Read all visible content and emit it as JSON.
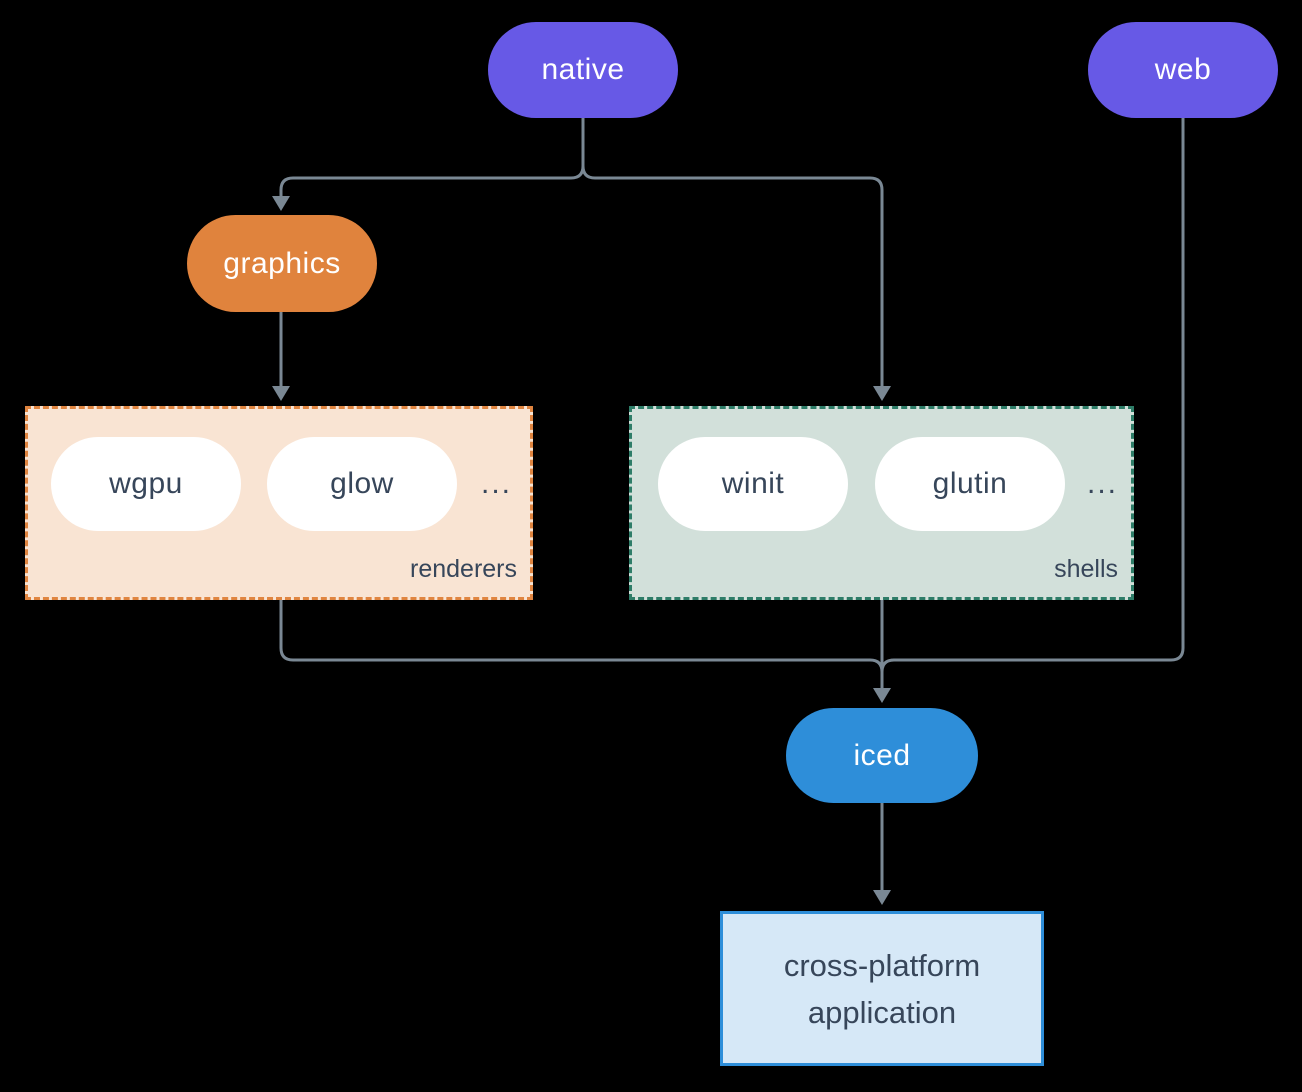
{
  "background": "#000000",
  "nodes": {
    "native": {
      "label": "native",
      "fill": "#6759E6",
      "text_color": "#FFFFFF"
    },
    "web": {
      "label": "web",
      "fill": "#6759E6",
      "text_color": "#FFFFFF"
    },
    "graphics": {
      "label": "graphics",
      "fill": "#E0833D",
      "text_color": "#FFFFFF"
    },
    "iced": {
      "label": "iced",
      "fill": "#2E8ED9",
      "text_color": "#FFFFFF"
    },
    "application": {
      "label_line1": "cross-platform",
      "label_line2": "application",
      "fill": "#D6E8F7",
      "border_color": "#2E8ED9",
      "text_color": "#37465A"
    }
  },
  "groups": {
    "renderers": {
      "label": "renderers",
      "fill": "#F9E4D3",
      "border_color": "#E08540",
      "items": [
        {
          "label": "wgpu"
        },
        {
          "label": "glow"
        }
      ],
      "ellipsis": "..."
    },
    "shells": {
      "label": "shells",
      "fill": "#D2E0DA",
      "border_color": "#2E7D68",
      "items": [
        {
          "label": "winit"
        },
        {
          "label": "glutin"
        }
      ],
      "ellipsis": "..."
    }
  },
  "connectors": {
    "color": "#7A8894",
    "edges": [
      {
        "from": "native",
        "to": "graphics"
      },
      {
        "from": "native",
        "to": "shells"
      },
      {
        "from": "graphics",
        "to": "renderers"
      },
      {
        "from": "renderers",
        "to": "iced"
      },
      {
        "from": "shells",
        "to": "iced"
      },
      {
        "from": "web",
        "to": "iced"
      },
      {
        "from": "iced",
        "to": "application"
      }
    ]
  }
}
